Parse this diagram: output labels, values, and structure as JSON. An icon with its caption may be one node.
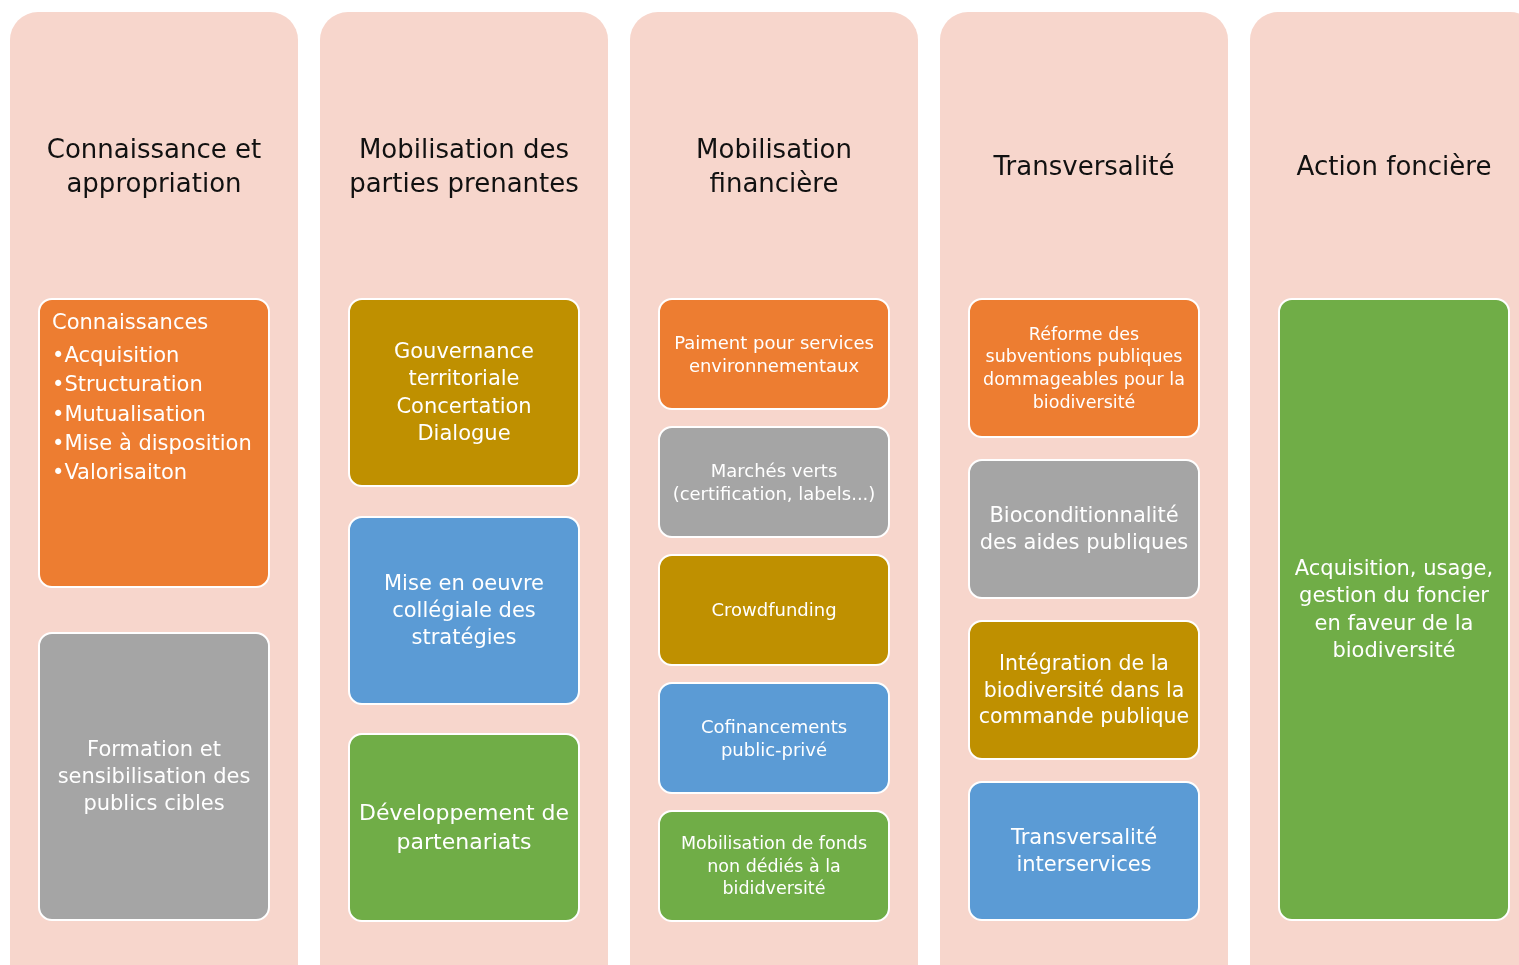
{
  "diagram": {
    "nodes": [
      {
        "text": [
          "Connaissance et appropriation"
        ]
      },
      {
        "text": [
          "Connaissances",
          "•Acquisition",
          "•Structuration",
          "•Mutualisation",
          "•Mise à disposition",
          "•Valorisaiton"
        ],
        "in": 0
      },
      {
        "text": [
          "Formation et sensibilisation des publics cibles"
        ],
        "in": 0
      },
      {
        "text": [
          "Mobilisation des parties prenantes"
        ]
      },
      {
        "text": [
          "Gouvernance territoriale Concertation Dialogue"
        ],
        "in": 3
      },
      {
        "text": [
          "Mise en oeuvre collégiale des stratégies"
        ],
        "in": 3
      },
      {
        "text": [
          "Développement de partenariats"
        ],
        "in": 3
      },
      {
        "text": [
          "Mobilisation financière"
        ]
      },
      {
        "text": [
          "Paiment pour services environnementaux"
        ],
        "in": 7
      },
      {
        "text": [
          "Marchés verts (certification, labels...)"
        ],
        "in": 7
      },
      {
        "text": [
          "Crowdfunding"
        ],
        "in": 7
      },
      {
        "text": [
          "Cofinancements public-privé"
        ],
        "in": 7
      },
      {
        "text": [
          "Mobilisation de fonds non dédiés  à la bididversité"
        ],
        "in": 7
      },
      {
        "text": [
          "Transversalité"
        ]
      },
      {
        "text": [
          "Réforme des subventions publiques dommageables pour la biodiversité"
        ],
        "in": 13
      },
      {
        "text": [
          "Bioconditionnalité des aides publiques"
        ],
        "in": 13
      },
      {
        "text": [
          "Intégration de la biodiversité dans la commande publique"
        ],
        "in": 13
      },
      {
        "text": [
          "Transversalité interservices"
        ],
        "in": 13
      },
      {
        "text": [
          "Action foncière"
        ]
      },
      {
        "text": [
          "Acquisition, usage, gestion du foncier en faveur de la biodiversité"
        ],
        "in": 18
      }
    ]
  }
}
